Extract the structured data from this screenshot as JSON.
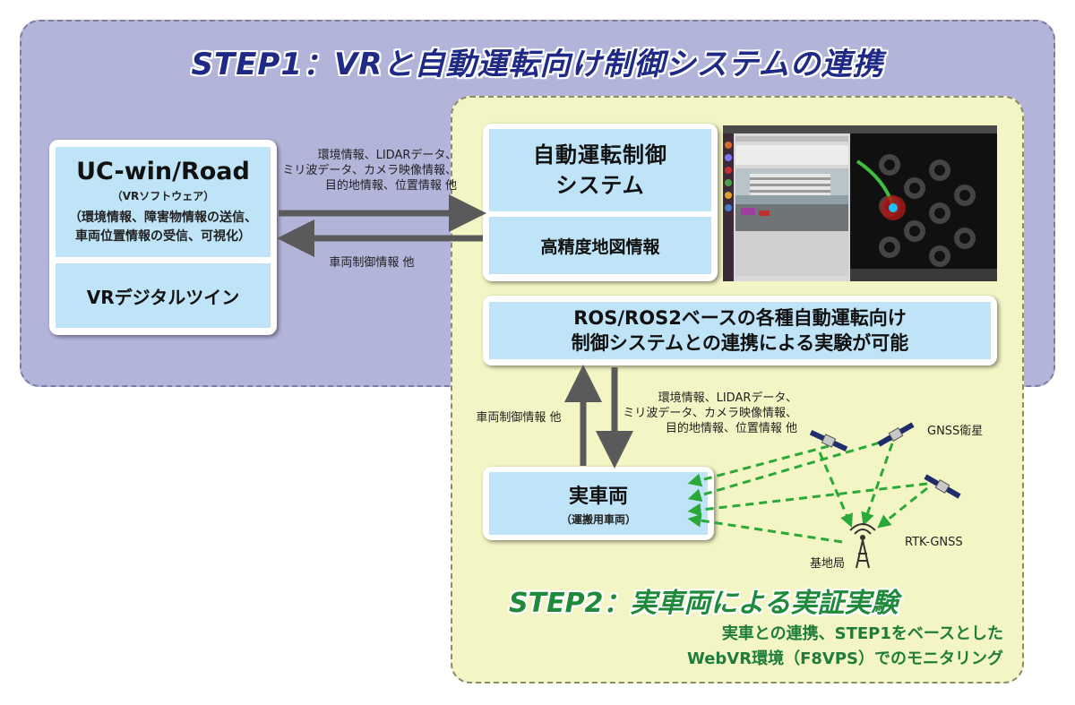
{
  "step1": {
    "title": "STEP1：VRと自動運転向け制御システムの連携"
  },
  "ucwin": {
    "title": "UC-win/Road",
    "subtitle": "（VRソフトウェア）",
    "desc_line1": "（環境情報、障害物情報の送信、",
    "desc_line2": "車両位置情報の受信、可視化）",
    "twin_label": "VRデジタルツイン"
  },
  "arrows": {
    "to_control_line1": "環境情報、LIDARデータ、",
    "to_control_line2": "ミリ波データ、カメラ映像情報、",
    "to_control_line3": "目的地情報、位置情報 他",
    "from_control": "車両制御情報 他",
    "vehicle_up": "車両制御情報 他",
    "vehicle_down_line1": "環境情報、LIDARデータ、",
    "vehicle_down_line2": "ミリ波データ、カメラ映像情報、",
    "vehicle_down_line3": "目的地情報、位置情報 他"
  },
  "control": {
    "title_line1": "自動運転制御",
    "title_line2": "システム",
    "map_label": "高精度地図情報"
  },
  "ros": {
    "line1": "ROS/ROS2ベースの各種自動運転向け",
    "line2": "制御システムとの連携による実験が可能"
  },
  "vehicle": {
    "title": "実車両",
    "subtitle": "（運搬用車両）"
  },
  "gnss": {
    "satellite_label": "GNSS衛星",
    "rtk_label": "RTK-GNSS",
    "base_label": "基地局"
  },
  "step2": {
    "title": "STEP2：実車両による実証実験",
    "sub_line1": "実車との連携、STEP1をベースとした",
    "sub_line2": "WebVR環境（F8VPS）でのモニタリング"
  },
  "colors": {
    "step1_bg": "#b3b4da",
    "step2_bg": "#f3f5c4",
    "box_fill": "#bfe3f7",
    "title1": "#1e2a86",
    "title2": "#1f8a3a",
    "arrow": "#5a5a5a",
    "gnss_arrow": "#2aa838"
  }
}
